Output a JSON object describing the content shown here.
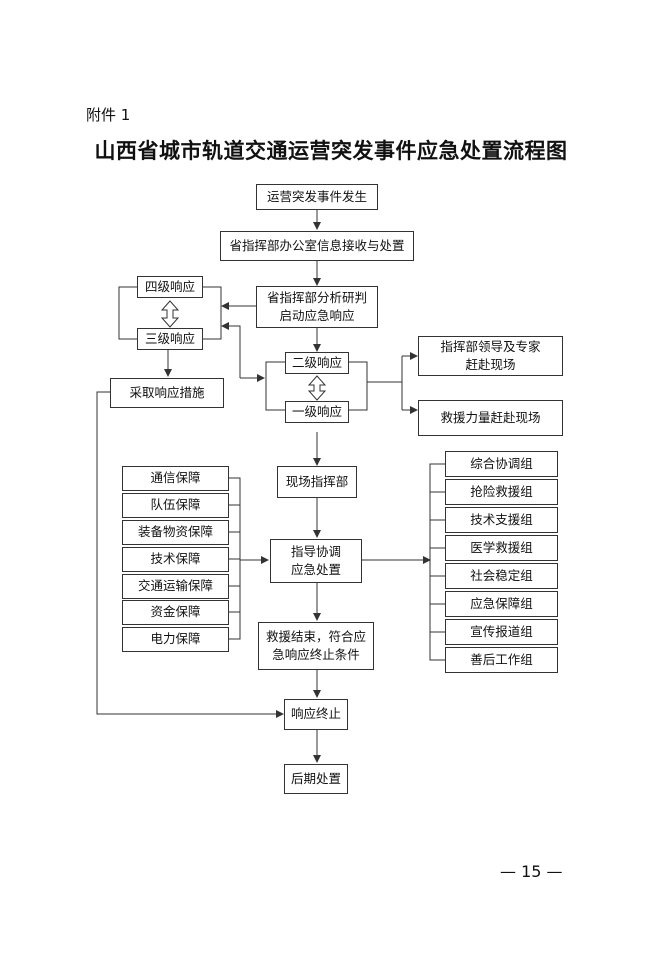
{
  "header": {
    "attachment": "附件 1"
  },
  "title": "山西省城市轨道交通运营突发事件应急处置流程图",
  "nodes": {
    "event": "运营突发事件发生",
    "office": "省指挥部办公室信息接收与处置",
    "analysis_l1": "省指挥部分析研判",
    "analysis_l2": "启动应急响应",
    "level4": "四级响应",
    "level3": "三级响应",
    "measures": "采取响应措施",
    "level2": "二级响应",
    "level1": "一级响应",
    "experts_l1": "指挥部领导及专家",
    "experts_l2": "赶赴现场",
    "rescue_force": "救援力量赶赴现场",
    "field_hq": "现场指挥部",
    "guide_l1": "指导协调",
    "guide_l2": "应急处置",
    "end_cond_l1": "救援结束，符合应",
    "end_cond_l2": "急响应终止条件",
    "terminate": "响应终止",
    "aftermath": "后期处置"
  },
  "support": [
    "通信保障",
    "队伍保障",
    "装备物资保障",
    "技术保障",
    "交通运输保障",
    "资金保障",
    "电力保障"
  ],
  "groups": [
    "综合协调组",
    "抢险救援组",
    "技术支援组",
    "医学救援组",
    "社会稳定组",
    "应急保障组",
    "宣传报道组",
    "善后工作组"
  ],
  "footer": {
    "page": "— 15 —"
  }
}
